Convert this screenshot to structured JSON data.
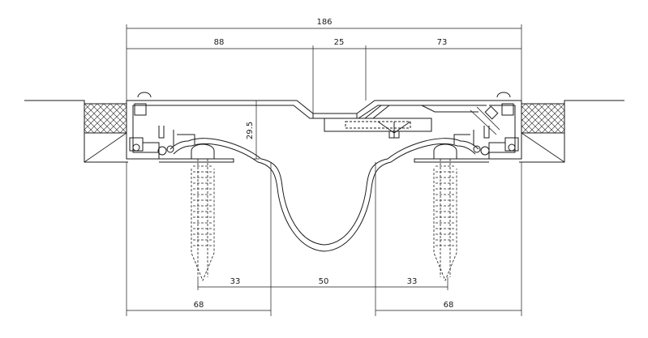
{
  "drawing": {
    "type": "technical-cross-section",
    "colors": {
      "line": "#1b1b1b",
      "background": "#ffffff"
    },
    "dimensions": {
      "overall_width": "186",
      "left_section": "88",
      "center_gap": "25",
      "right_section": "73",
      "profile_height": "29.5",
      "bottom_left_spacing": "33",
      "bottom_center_spacing": "50",
      "bottom_right_spacing": "33",
      "base_left_width": "68",
      "base_right_width": "68"
    }
  }
}
